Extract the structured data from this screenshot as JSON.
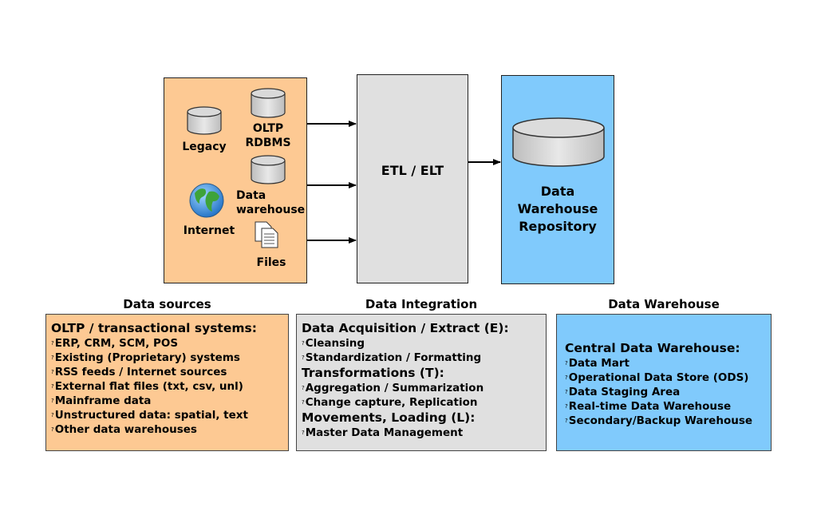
{
  "top": {
    "sources": {
      "legacy": "Legacy",
      "oltp_1": "OLTP",
      "oltp_2": "RDBMS",
      "dw_1": "Data",
      "dw_2": "warehouse",
      "internet": "Internet",
      "files": "Files"
    },
    "integration": {
      "label": "ETL / ELT"
    },
    "warehouse": {
      "line1": "Data",
      "line2": "Warehouse",
      "line3": "Repository"
    }
  },
  "bottom": {
    "sources": {
      "heading": "Data sources",
      "title": "OLTP / transactional systems:",
      "items": [
        "ERP, CRM, SCM, POS",
        "Existing (Proprietary) systems",
        "RSS feeds / Internet sources",
        "External flat files (txt, csv, unl)",
        "Mainframe data",
        "Unstructured data: spatial, text",
        "Other data warehouses"
      ]
    },
    "integration": {
      "heading": "Data Integration",
      "groups": [
        {
          "title": "Data Acquisition / Extract (E):",
          "items": [
            "Cleansing",
            "Standardization / Formatting"
          ]
        },
        {
          "title": "Transformations (T):",
          "items": [
            "Aggregation / Summarization",
            "Change capture, Replication"
          ]
        },
        {
          "title": "Movements, Loading (L):",
          "items": [
            "Master Data Management"
          ]
        }
      ]
    },
    "warehouse": {
      "heading": "Data Warehouse",
      "title": "Central Data Warehouse:",
      "items": [
        "Data Mart",
        "Operational Data Store (ODS)",
        "Data Staging Area",
        "Real-time Data Warehouse",
        "Secondary/Backup Warehouse"
      ]
    }
  },
  "colors": {
    "sources": "#fdc993",
    "integration": "#e0e0e0",
    "warehouse": "#80cafc"
  }
}
